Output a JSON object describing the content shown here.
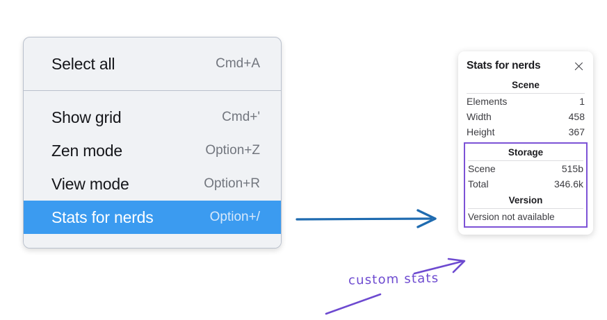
{
  "context_menu": {
    "name": "context-menu",
    "sections": [
      {
        "items": [
          {
            "label": "Select all",
            "shortcut": "Cmd+A",
            "selected": false
          }
        ]
      },
      {
        "items": [
          {
            "label": "Show grid",
            "shortcut": "Cmd+'",
            "selected": false
          },
          {
            "label": "Zen mode",
            "shortcut": "Option+Z",
            "selected": false
          },
          {
            "label": "View mode",
            "shortcut": "Option+R",
            "selected": false
          },
          {
            "label": "Stats for nerds",
            "shortcut": "Option+/",
            "selected": true
          }
        ]
      }
    ],
    "highlight_color": "#3b9bf0",
    "background_color": "#f0f2f5"
  },
  "stats_panel": {
    "title": "Stats for nerds",
    "close_icon": "close-icon",
    "scene": {
      "heading": "Scene",
      "rows": [
        {
          "label": "Elements",
          "value": "1"
        },
        {
          "label": "Width",
          "value": "458"
        },
        {
          "label": "Height",
          "value": "367"
        }
      ]
    },
    "storage": {
      "heading": "Storage",
      "rows": [
        {
          "label": "Scene",
          "value": "515b"
        },
        {
          "label": "Total",
          "value": "346.6k"
        }
      ]
    },
    "version": {
      "heading": "Version",
      "note": "Version not available"
    },
    "highlight_border_color": "#7c52d6"
  },
  "annotations": {
    "handwritten_label": "custom stats",
    "blue_arrow_color": "#1f6bb0",
    "purple_color": "#6d4ad0"
  }
}
